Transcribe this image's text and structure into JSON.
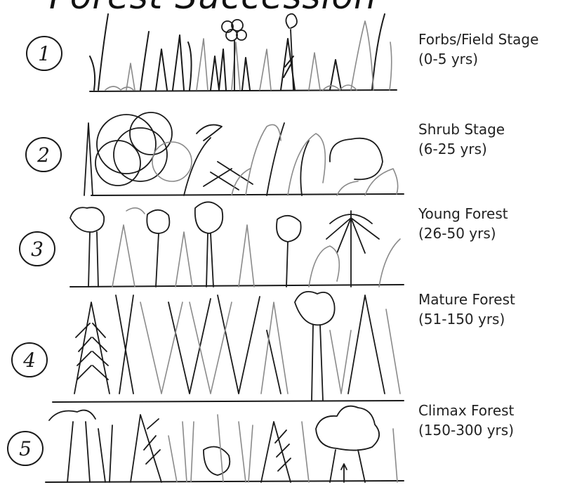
{
  "title": "Forest Succession",
  "stages": [
    {
      "number": "1",
      "name": "Forbs/Field Stage",
      "years": "(0-5 yrs)"
    },
    {
      "number": "2",
      "name": "Shrub Stage",
      "years": "(6-25 yrs)"
    },
    {
      "number": "3",
      "name": "Young Forest",
      "years": "(26-50 yrs)"
    },
    {
      "number": "4",
      "name": "Mature Forest",
      "years": "(51-150 yrs)"
    },
    {
      "number": "5",
      "name": "Climax Forest",
      "years": "(150-300 yrs)"
    }
  ],
  "colors": {
    "ink": "#1a1a1a",
    "pencil": "#8a8a8a"
  }
}
